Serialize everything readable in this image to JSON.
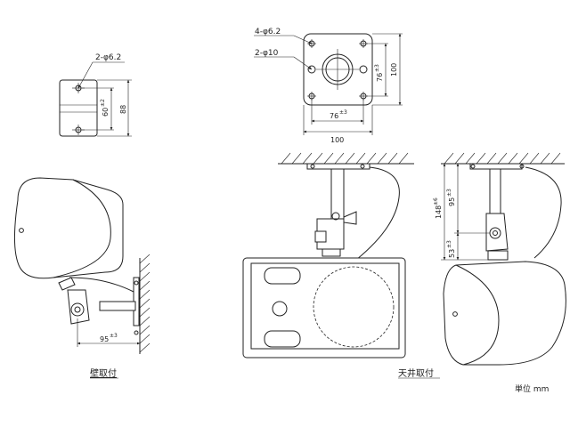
{
  "labels": {
    "bracket_hole": "2-φ6.2",
    "bracket_height_inner": "60",
    "bracket_height_inner_tol": "±2",
    "bracket_height_outer": "88",
    "plate_holes_small": "4-φ6.2",
    "plate_hole_large": "2-φ10",
    "plate_hole_pitch_v": "76",
    "plate_hole_pitch_v_tol": "±3",
    "plate_height": "100",
    "plate_hole_pitch_h": "76",
    "plate_hole_pitch_h_tol": "±3",
    "plate_width": "100",
    "wall_offset": "95",
    "wall_offset_tol": "±3",
    "ceiling_drop_total": "148",
    "ceiling_drop_total_tol": "±6",
    "ceiling_drop_upper": "95",
    "ceiling_drop_upper_tol": "±3",
    "ceiling_drop_lower": "53",
    "ceiling_drop_lower_tol": "±3"
  },
  "captions": {
    "wall_mount": "壁取付",
    "ceiling_mount": "天井取付",
    "unit": "単位 mm"
  }
}
